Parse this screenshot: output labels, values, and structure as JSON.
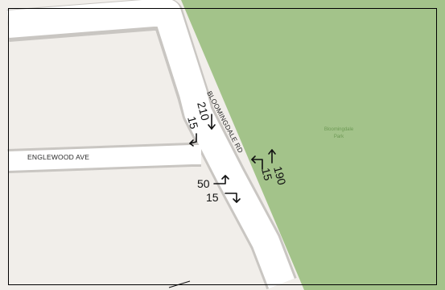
{
  "colors": {
    "land": "#f1eeea",
    "park": "#a3c38a",
    "road_fill": "#ffffff",
    "road_casing": "#c9c6c2",
    "frame": "#000000"
  },
  "labels": {
    "road_main": "BLOOMINGDALE RD",
    "road_side": "ENGLEWOOD AVE",
    "park_line1": "Bloomingdale",
    "park_line2": "Park"
  },
  "volumes": {
    "southbound_through": "210",
    "southbound_right": "15",
    "northbound_through": "190",
    "northbound_left": "15",
    "eastbound_left": "50",
    "eastbound_right": "15"
  },
  "icons": {
    "southbound_through": "arrow-down-icon",
    "southbound_right": "arrow-turn-right-icon",
    "northbound_through": "arrow-up-icon",
    "northbound_left": "arrow-turn-left-icon",
    "eastbound_left": "arrow-turn-left-icon",
    "eastbound_right": "arrow-turn-right-icon"
  }
}
